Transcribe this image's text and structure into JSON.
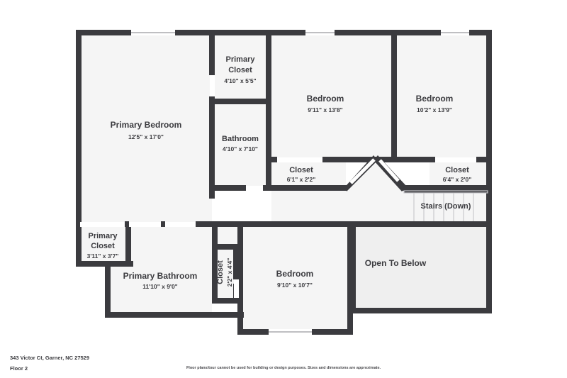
{
  "document": {
    "address": "343 Victor Ct, Garner, NC 27529",
    "floor": "Floor 2",
    "disclaimer": "Floor plans/tour cannot be used for building or design purposes. Sizes and dimensions are approximate."
  },
  "colors": {
    "wall": "#3b3b3f",
    "room_fill": "#f5f5f5",
    "room_fill_alt": "#efefef",
    "text": "#3b3b3f",
    "background": "#ffffff",
    "opening": "#ffffff"
  },
  "rooms": [
    {
      "id": "primary-bedroom",
      "name": "Primary Bedroom",
      "dim": "12'5\" x 17'0\""
    },
    {
      "id": "primary-closet-top",
      "name1": "Primary",
      "name2": "Closet",
      "dim": "4'10\" x 5'5\""
    },
    {
      "id": "bathroom",
      "name": "Bathroom",
      "dim": "4'10\" x 7'10\""
    },
    {
      "id": "bedroom-center",
      "name": "Bedroom",
      "dim": "9'11\" x 13'8\""
    },
    {
      "id": "bedroom-right",
      "name": "Bedroom",
      "dim": "10'2\" x 13'9\""
    },
    {
      "id": "closet-center",
      "name": "Closet",
      "dim": "6'1\" x 2'2\""
    },
    {
      "id": "closet-right",
      "name": "Closet",
      "dim": "6'4\" x 2'0\""
    },
    {
      "id": "stairs",
      "name": "Stairs (Down)",
      "dim": ""
    },
    {
      "id": "primary-closet-bottom",
      "name1": "Primary",
      "name2": "Closet",
      "dim": "3'11\" x 3'7\""
    },
    {
      "id": "primary-bathroom",
      "name": "Primary Bathroom",
      "dim": "11'10\" x 9'0\""
    },
    {
      "id": "closet-vertical",
      "name": "Closet",
      "dim": "2'2\" x 4'4\""
    },
    {
      "id": "bedroom-bottom",
      "name": "Bedroom",
      "dim": "9'10\" x 10'7\""
    },
    {
      "id": "open-to-below",
      "name": "Open To Below",
      "dim": ""
    }
  ]
}
